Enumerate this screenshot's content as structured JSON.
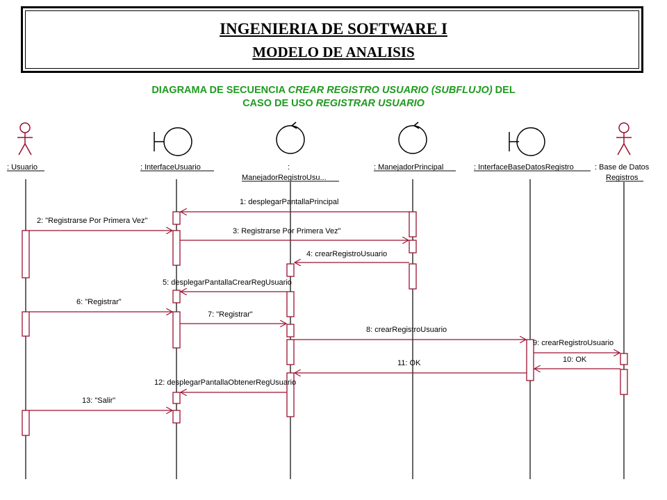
{
  "header": {
    "title": "INGENIERIA DE SOFTWARE I",
    "subtitle": "MODELO DE ANALISIS"
  },
  "caption": {
    "line1_a": "DIAGRAMA DE SECUENCIA ",
    "line1_b": "CREAR REGISTRO USUARIO (SUBFLUJO)",
    "line1_c": " DEL",
    "line2_a": "CASO DE USO ",
    "line2_b": "REGISTRAR USUARIO"
  },
  "colors": {
    "caption": "#1f9a1f",
    "message": "#9b1030",
    "ink": "#000000"
  },
  "participants": [
    {
      "id": "usuario",
      "kind": "actor-icon",
      "label": ": Usuario"
    },
    {
      "id": "interfaceUsuario",
      "kind": "boundary-icon",
      "label": ": InterfaceUsuario"
    },
    {
      "id": "manejadorRegistro",
      "kind": "control-icon",
      "label_l1": ":",
      "label_l2": "ManejadorRegistroUsu..."
    },
    {
      "id": "manejadorPrincipal",
      "kind": "control-icon",
      "label": ": ManejadorPrincipal"
    },
    {
      "id": "interfaceBD",
      "kind": "boundary-icon",
      "label": ": InterfaceBaseDatosRegistro"
    },
    {
      "id": "baseDatos",
      "kind": "actor-icon",
      "label_l1": ": Base de Datos",
      "label_l2": "Registros"
    }
  ],
  "messages": [
    {
      "label": "1: desplegarPantallaPrincipal"
    },
    {
      "label": "2: \"Registrarse Por Primera Vez\""
    },
    {
      "label": "3: Registrarse Por Primera Vez\""
    },
    {
      "label": "4: crearRegistroUsuario"
    },
    {
      "label": "5: desplegarPantallaCrearRegUsuario"
    },
    {
      "label": "6: \"Registrar\""
    },
    {
      "label": "7: \"Registrar\""
    },
    {
      "label": "8: crearRegistroUsuario"
    },
    {
      "label": "9: crearRegistroUsuario"
    },
    {
      "label": "10: OK"
    },
    {
      "label": "11: OK"
    },
    {
      "label": "12: desplegarPantallaObtenerRegUsuario"
    },
    {
      "label": "13: \"Salir\""
    }
  ]
}
